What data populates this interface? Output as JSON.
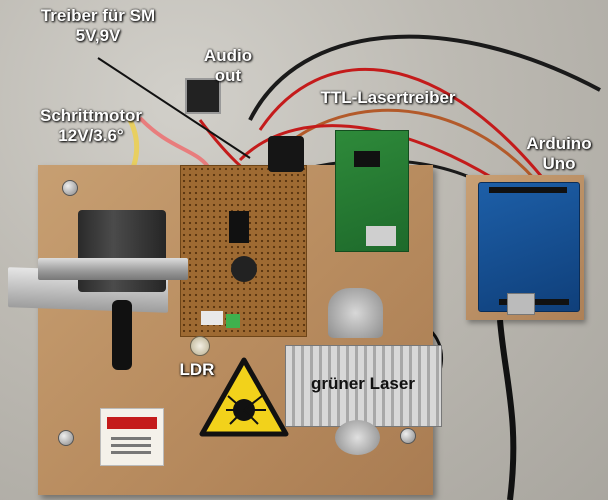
{
  "labels": {
    "treiber_sm_line1": "Treiber für SM",
    "treiber_sm_line2": "5V,9V",
    "audio_line1": "Audio",
    "audio_line2": "out",
    "schrittmotor_line1": "Schrittmotor",
    "schrittmotor_line2": "12V/3.6°",
    "ttl_laser": "TTL-Lasertreiber",
    "arduino_line1": "Arduino",
    "arduino_line2": "Uno",
    "ldr": "LDR",
    "gruener_laser": "grüner Laser"
  },
  "colors": {
    "board": "#b98d60",
    "arduino": "#1d5fa8",
    "laser_driver_pcb": "#2e8a3a",
    "wire_red": "#c41b1b",
    "wire_black": "#1a1a1a"
  }
}
